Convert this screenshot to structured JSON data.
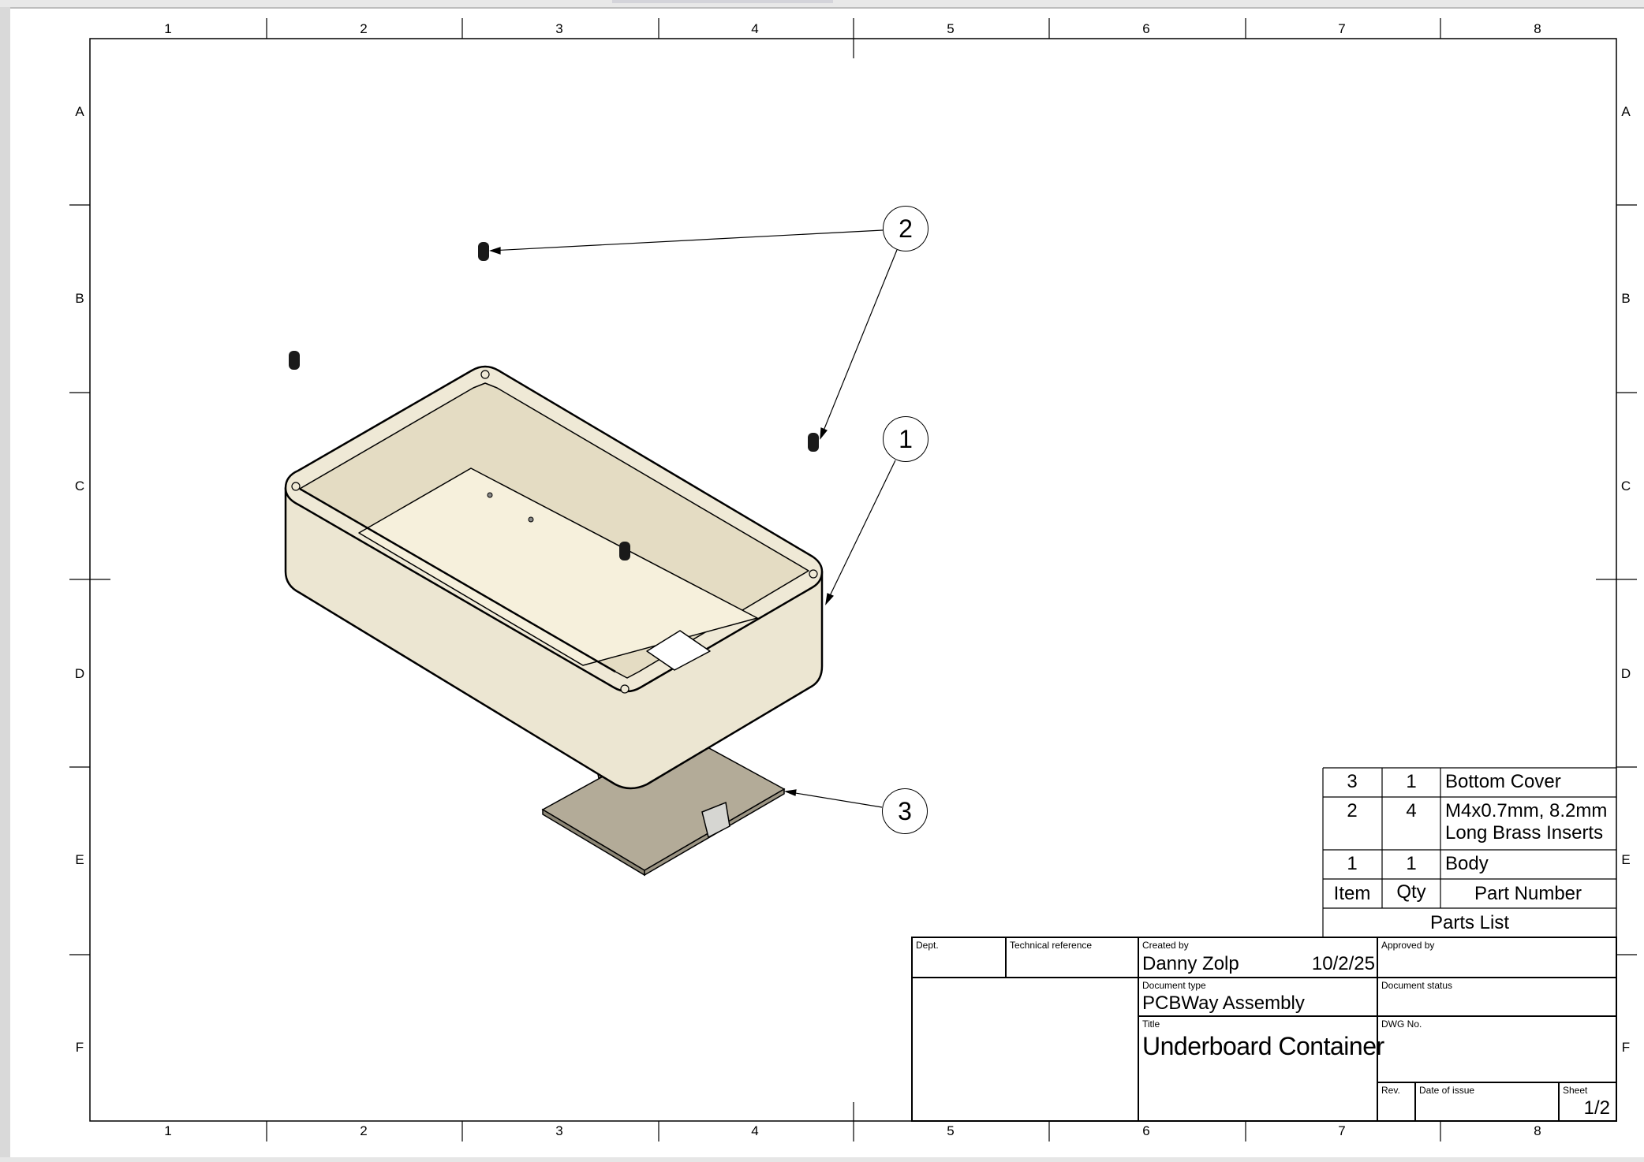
{
  "zones": {
    "columns": [
      "1",
      "2",
      "3",
      "4",
      "5",
      "6",
      "7",
      "8"
    ],
    "rows": [
      "A",
      "B",
      "C",
      "D",
      "E",
      "F"
    ]
  },
  "balloons": {
    "b1": "1",
    "b2": "2",
    "b3": "3"
  },
  "parts_list": {
    "title": "Parts List",
    "headers": {
      "item": "Item",
      "qty": "Qty",
      "part": "Part Number"
    },
    "rows": [
      {
        "item": "3",
        "qty": "1",
        "part": "Bottom Cover"
      },
      {
        "item": "2",
        "qty": "4",
        "part": "M4x0.7mm, 8.2mm",
        "part2": "Long Brass Inserts"
      },
      {
        "item": "1",
        "qty": "1",
        "part": "Body"
      }
    ]
  },
  "title_block": {
    "dept_label": "Dept.",
    "tech_ref_label": "Technical reference",
    "created_by_label": "Created by",
    "created_by": "Danny Zolp",
    "date": "10/2/25",
    "approved_by_label": "Approved by",
    "doc_type_label": "Document type",
    "doc_type": "PCBWay Assembly",
    "doc_status_label": "Document status",
    "title_label": "Title",
    "title": "Underboard Container",
    "dwg_no_label": "DWG No.",
    "rev_label": "Rev.",
    "date_issue_label": "Date of issue",
    "sheet_label": "Sheet",
    "sheet": "1/2"
  },
  "colors": {
    "body": "#efe9d6",
    "floor": "#f6f0dc",
    "cover": "#b3ab98",
    "insert": "#1a1a1a"
  }
}
